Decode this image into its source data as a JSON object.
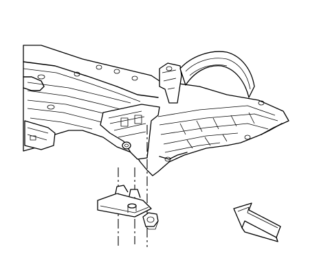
{
  "figure": {
    "parts": [
      "floor-panel",
      "wheelhouse",
      "mounting-bracket",
      "fastener-nut",
      "view-direction-arrow"
    ]
  }
}
